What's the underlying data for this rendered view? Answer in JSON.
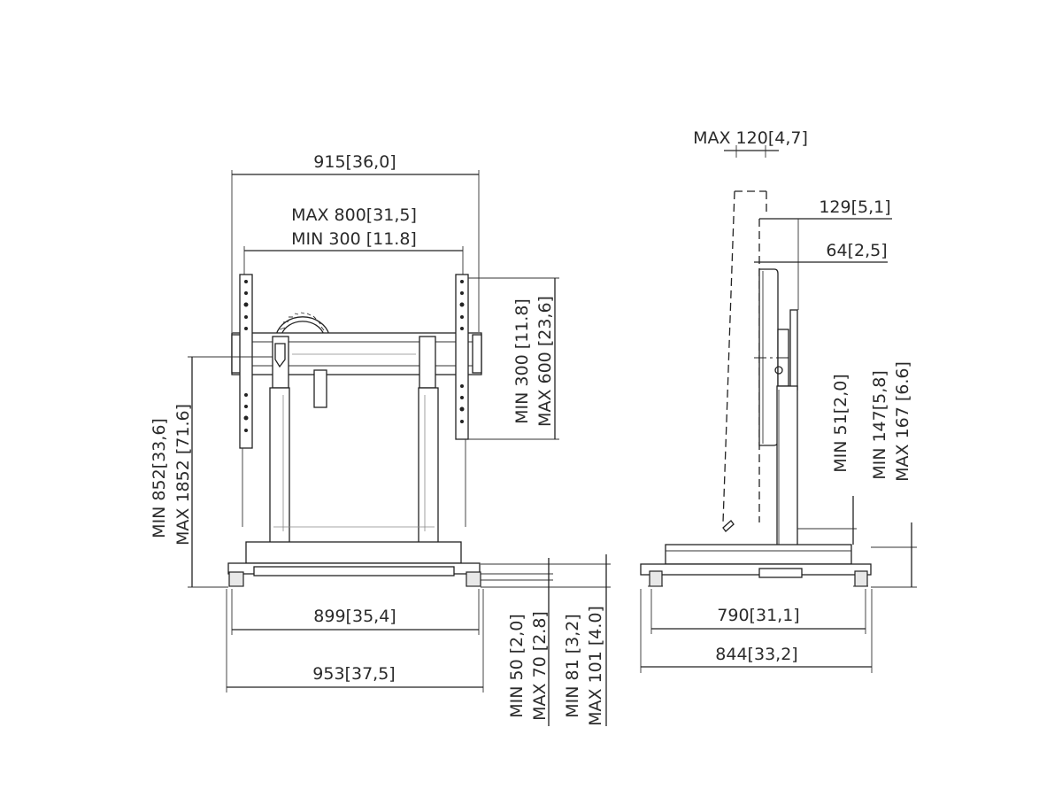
{
  "front_view": {
    "width_total": "915[36,0]",
    "wall_mount_max": "MAX 800[31,5]",
    "wall_mount_min": "MIN 300 [11.8]",
    "height_min": "MIN 852[33,6]",
    "height_max": "MAX 1852 [71.6]",
    "vesa_min": "MIN 300 [11.8]",
    "vesa_max": "MAX 600 [23,6]",
    "base_inner": "899[35,4]",
    "base_outer": "953[37,5]",
    "foot_min": "MIN 50 [2,0]",
    "foot_max": "MAX 70 [2.8]",
    "base_height_min": "MIN 81 [3,2]",
    "base_height_max": "MAX 101 [4.0]"
  },
  "side_view": {
    "tilt_max": "MAX 120[4,7]",
    "depth_129": "129[5,1]",
    "depth_64": "64[2,5]",
    "clearance_min": "MIN 51[2,0]",
    "arm_min": "MIN 147[5,8]",
    "arm_max": "MAX 167 [6.6]",
    "base_inner": "790[31,1]",
    "base_outer": "844[33,2]"
  }
}
